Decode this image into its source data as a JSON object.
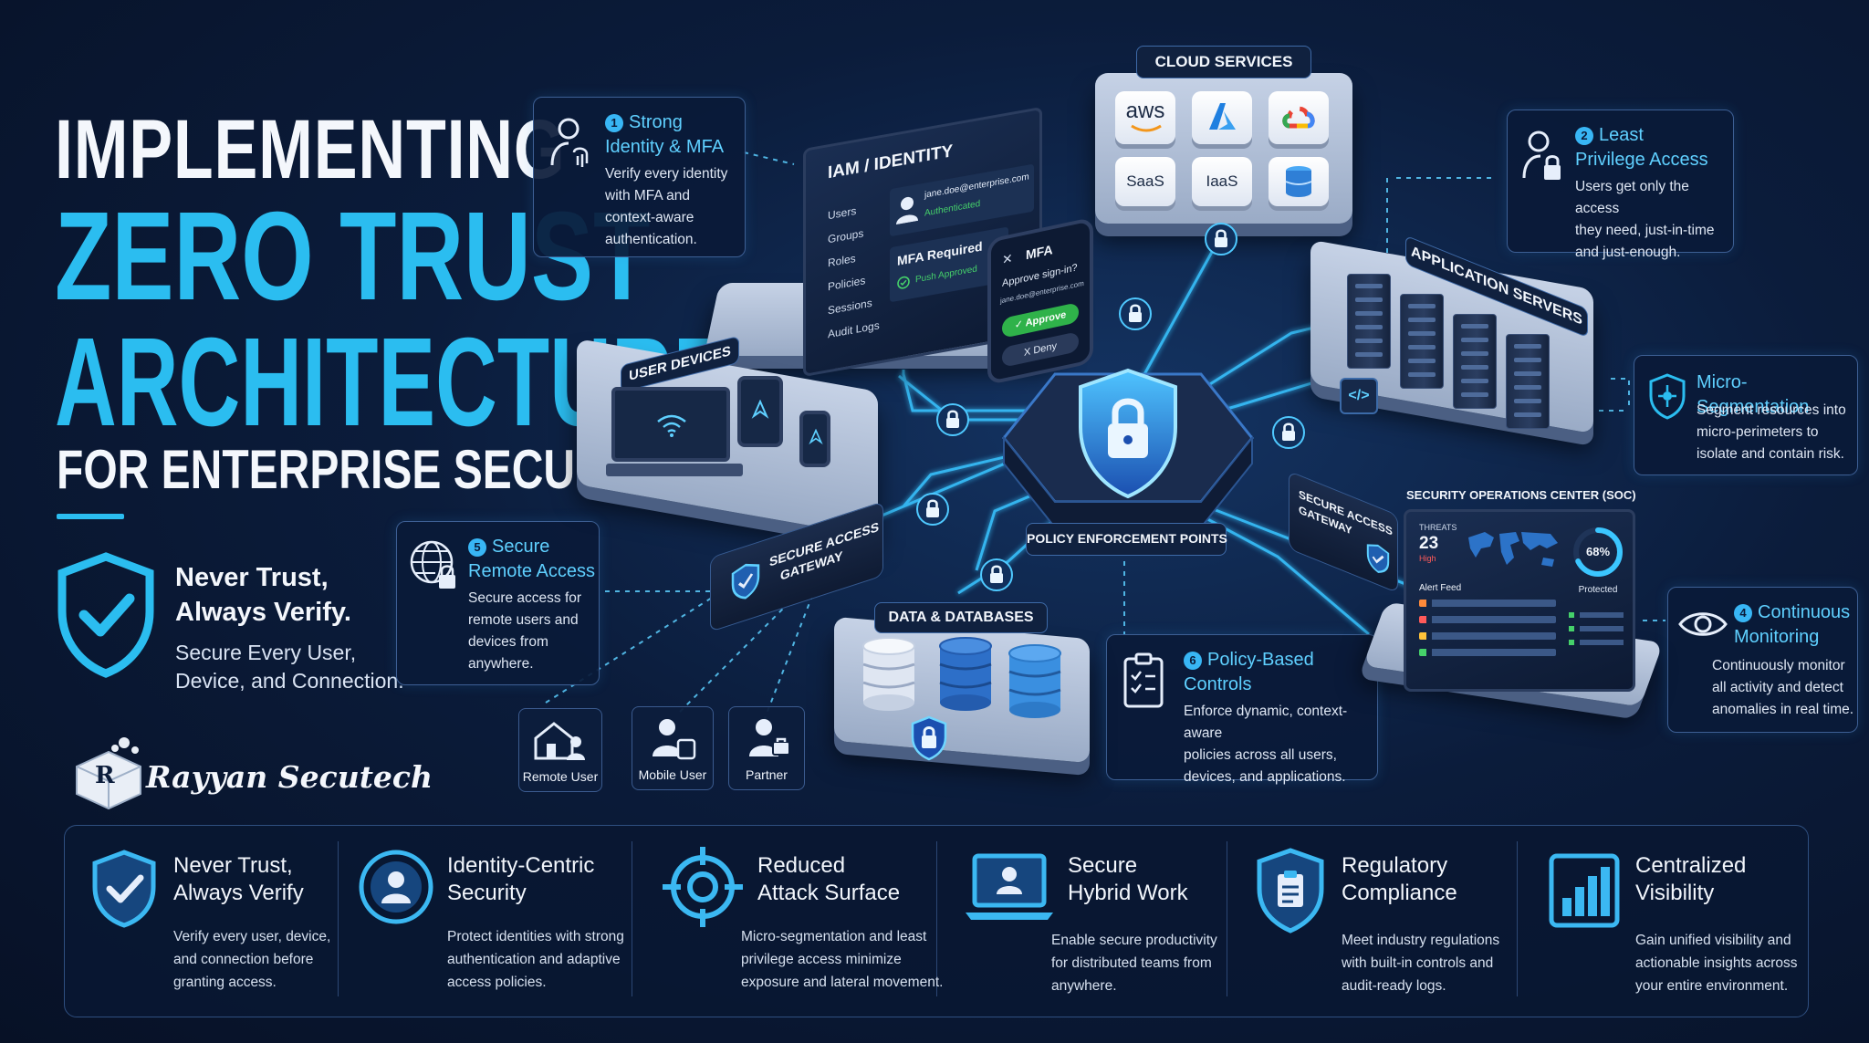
{
  "title": {
    "line1": "IMPLEMENTING",
    "line2": "ZERO TRUST",
    "line3": "ARCHITECTURE",
    "line4": "FOR ENTERPRISE SECURITY"
  },
  "hero": {
    "tagline_1": "Never Trust,",
    "tagline_2": "Always Verify.",
    "sub_1": "Secure Every User,",
    "sub_2": "Device, and Connection."
  },
  "brand": {
    "name": "Rayyan Secutech"
  },
  "callouts": {
    "identity": {
      "num": "1",
      "title_1": "Strong",
      "title_2": "Identity & MFA",
      "desc": [
        "Verify every identity",
        "with MFA and",
        "context-aware",
        "authentication."
      ]
    },
    "least_privilege": {
      "num": "2",
      "title_1": "Least",
      "title_2": "Privilege Access",
      "desc": [
        "Users get only the access",
        "they need, just-in-time",
        "and just-enough."
      ]
    },
    "micro_seg": {
      "title": "Micro-Segmentation",
      "desc": [
        "Segment resources into",
        "micro-perimeters to",
        "isolate and contain risk."
      ]
    },
    "monitoring": {
      "num": "4",
      "title_1": "Continuous",
      "title_2": "Monitoring",
      "desc": [
        "Continuously monitor",
        "all activity and detect",
        "anomalies in real time."
      ]
    },
    "remote": {
      "num": "5",
      "title_1": "Secure",
      "title_2": "Remote Access",
      "desc": [
        "Secure access for",
        "remote users and",
        "devices from",
        "anywhere."
      ]
    },
    "policy": {
      "num": "6",
      "title_1": "Policy-Based",
      "title_2": "Controls",
      "desc": [
        "Enforce dynamic, context-aware",
        "policies across all users,",
        "devices, and applications."
      ]
    }
  },
  "cloud": {
    "label": "CLOUD SERVICES",
    "tiles": [
      "aws",
      "SaaS",
      "IaaS"
    ]
  },
  "iam": {
    "label": "IAM / IDENTITY",
    "menu": [
      "Users",
      "Groups",
      "Roles",
      "Policies",
      "Sessions",
      "Audit Logs"
    ],
    "email": "jane.doe@enterprise.com",
    "status": "Authenticated",
    "mfa_required": "MFA Required",
    "push_approved": "Push Approved"
  },
  "mfa_phone": {
    "title": "MFA",
    "prompt": "Approve sign-in?",
    "email": "jane.doe@enterprise.com",
    "approve": "✓ Approve",
    "deny": "X Deny"
  },
  "devices": {
    "label": "USER DEVICES"
  },
  "gateway_left": {
    "label_1": "SECURE ACCESS",
    "label_2": "GATEWAY"
  },
  "gateway_right": {
    "label_1": "SECURE ACCESS",
    "label_2": "GATEWAY"
  },
  "pep": {
    "label": "POLICY ENFORCEMENT POINTS"
  },
  "app_servers": {
    "label": "APPLICATION SERVERS"
  },
  "data": {
    "label": "DATA & DATABASES"
  },
  "soc": {
    "label": "SECURITY OPERATIONS CENTER (SOC)",
    "threats_label": "THREATS",
    "threats_value": "23",
    "threats_level": "High",
    "alert_feed": "Alert Feed",
    "protected_pct": "68%",
    "protected_label": "Protected",
    "protected_value": 68
  },
  "users": [
    {
      "label": "Remote User"
    },
    {
      "label": "Mobile User"
    },
    {
      "label": "Partner"
    }
  ],
  "features": [
    {
      "title_1": "Never Trust,",
      "title_2": "Always Verify",
      "desc": [
        "Verify every user, device,",
        "and connection before",
        "granting access."
      ]
    },
    {
      "title_1": "Identity-Centric",
      "title_2": "Security",
      "desc": [
        "Protect identities with strong",
        "authentication and adaptive",
        "access policies."
      ]
    },
    {
      "title_1": "Reduced",
      "title_2": "Attack Surface",
      "desc": [
        "Micro-segmentation and least",
        "privilege access minimize",
        "exposure and lateral movement."
      ]
    },
    {
      "title_1": "Secure",
      "title_2": "Hybrid Work",
      "desc": [
        "Enable secure productivity",
        "for distributed teams from",
        "anywhere."
      ]
    },
    {
      "title_1": "Regulatory",
      "title_2": "Compliance",
      "desc": [
        "Meet industry regulations",
        "with built-in controls and",
        "audit-ready logs."
      ]
    },
    {
      "title_1": "Centralized",
      "title_2": "Visibility",
      "desc": [
        "Gain unified visibility and",
        "actionable insights across",
        "your entire environment."
      ]
    }
  ],
  "colors": {
    "accent": "#2bbdf0",
    "background": "#0b1c3b",
    "glow": "#38c7ff",
    "approve": "#2fb24a"
  }
}
